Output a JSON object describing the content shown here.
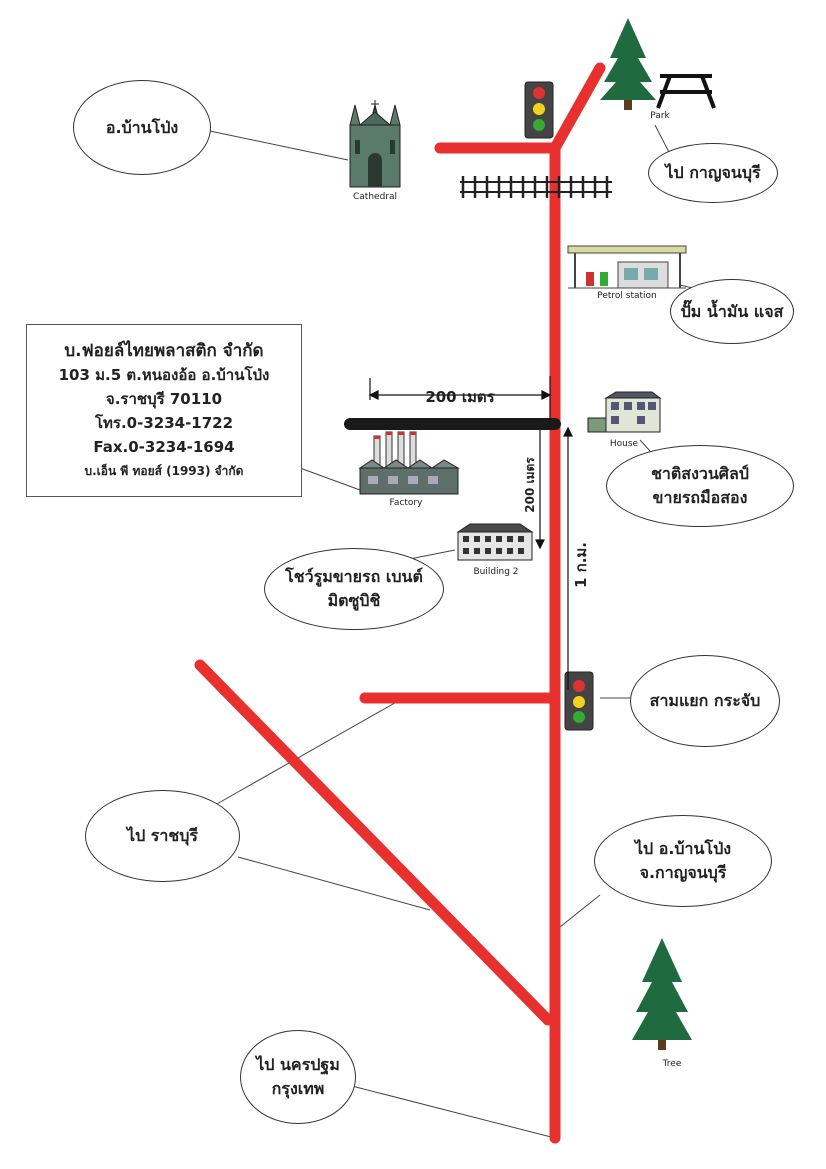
{
  "company": {
    "name": "บ.ฟอยล์ไทยพลาสติก จำกัด",
    "address1": "103 ม.5 ต.หนองอ้อ อ.บ้านโป่ง",
    "address2": "จ.ราชบุรี 70110",
    "tel": "โทร.0-3234-1722",
    "fax": "Fax.0-3234-1694",
    "note": "บ.เอ็น พี ทอยส์ (1993) จำกัด"
  },
  "bubbles": {
    "ban_pong": "อ.บ้านโป่ง",
    "to_kanchanaburi": "ไป กาญจนบุรี",
    "gas_pump": "ปั๊ม น้ำมัน แจส",
    "chat_line1": "ชาติสงวนศิลป์",
    "chat_line2": "ขายรถมือสอง",
    "showroom_line1": "โชว์รูมขายรถ เบนต์",
    "showroom_line2": "มิตซูบิชิ",
    "junction": "สามแยก กระจับ",
    "to_ratchaburi": "ไป ราชบุรี",
    "to_banpong_line1": "ไป อ.บ้านโป่ง",
    "to_banpong_line2": "จ.กาญจนบุรี",
    "to_nakhon_line1": "ไป นครปฐม",
    "to_nakhon_line2": "กรุงเทพ"
  },
  "landmarks": {
    "cathedral": "Cathedral",
    "park": "Park",
    "petrol": "Petrol station",
    "house": "House",
    "factory": "Factory",
    "building2": "Building 2",
    "tree": "Tree"
  },
  "distances": {
    "horizontal": "200 เมตร",
    "vertical": "200 เมตร",
    "km": "1 ก.ม."
  },
  "colors": {
    "road": "#e8302f",
    "factory_road": "#1a1a1a",
    "tree": "#1f6b3f"
  }
}
